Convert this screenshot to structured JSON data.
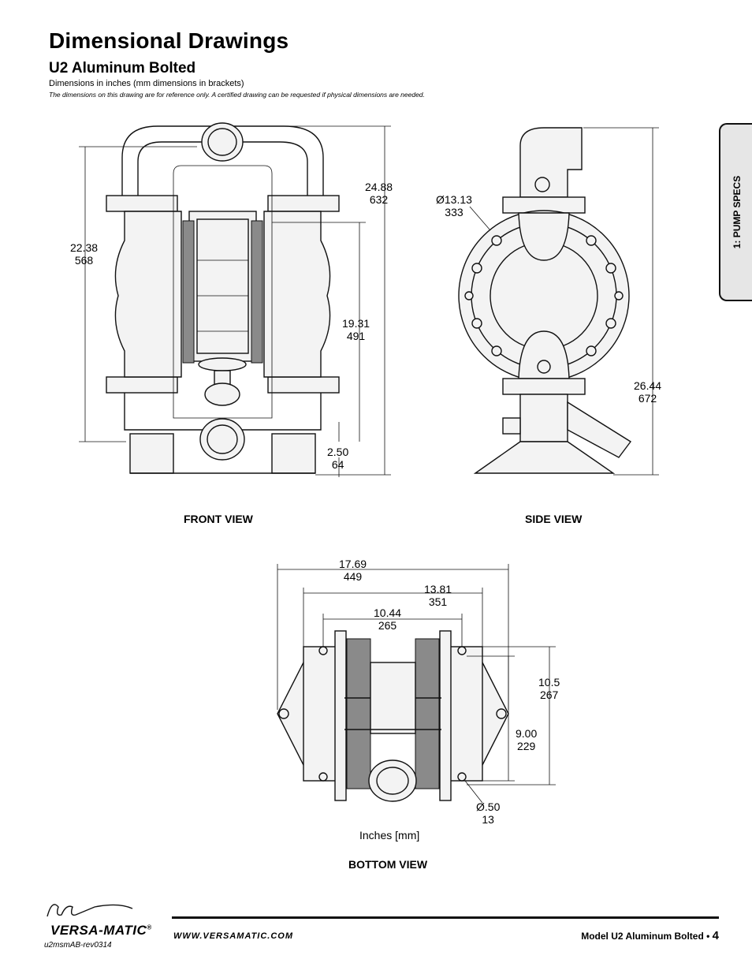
{
  "header": {
    "title": "Dimensional Drawings",
    "subtitle": "U2 Aluminum Bolted",
    "note_units": "Dimensions in inches (mm dimensions in brackets)",
    "note_reference": "The dimensions on this drawing are for reference only.  A certified drawing can be requested if physical dimensions are needed."
  },
  "section_tab": {
    "label": "1: PUMP SPECS"
  },
  "front_view": {
    "label": "FRONT VIEW",
    "dims": [
      {
        "in": "24.88",
        "mm": "632"
      },
      {
        "in": "22.38",
        "mm": "568"
      },
      {
        "in": "19.31",
        "mm": "491"
      },
      {
        "in": "2.50",
        "mm": "64"
      }
    ]
  },
  "side_view": {
    "label": "SIDE  VIEW",
    "dims": [
      {
        "in": "Ø13.13",
        "mm": "333"
      },
      {
        "in": "26.44",
        "mm": "672"
      }
    ]
  },
  "bottom_view": {
    "label": "BOTTOM VIEW",
    "units_note": "Inches [mm]",
    "dims": [
      {
        "in": "17.69",
        "mm": "449"
      },
      {
        "in": "13.81",
        "mm": "351"
      },
      {
        "in": "10.44",
        "mm": "265"
      },
      {
        "in": "10.5",
        "mm": "267"
      },
      {
        "in": "9.00",
        "mm": "229"
      },
      {
        "in": "Ø.50",
        "mm": "13"
      }
    ]
  },
  "footer": {
    "logo_text": "VERSA-MATIC",
    "logo_mark": "®",
    "doc_id": "u2msmAB-rev0314",
    "url": "WWW.VERSAMATIC.COM",
    "model": "Model U2 Aluminum Bolted •",
    "page": "4"
  }
}
